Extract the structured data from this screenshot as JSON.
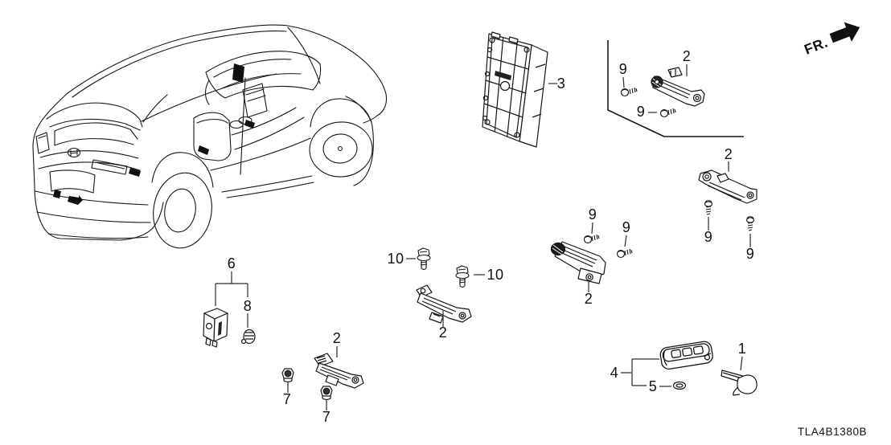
{
  "document": {
    "part_code": "TLA4B1380B",
    "direction_indicator": "FR."
  },
  "callout_numbers": {
    "k1": "1",
    "k2": "2",
    "k3": "3",
    "k4": "4",
    "k5": "5",
    "k6": "6",
    "k7": "7",
    "k8": "8",
    "k9": "9",
    "k10": "10"
  },
  "callout_instances": {
    "1": 1,
    "2": 5,
    "3": 1,
    "4": 1,
    "5": 1,
    "6": 1,
    "7": 2,
    "8": 1,
    "9": 6,
    "10": 2
  },
  "colors": {
    "line": "#161616",
    "marker_fill": "#111111"
  }
}
